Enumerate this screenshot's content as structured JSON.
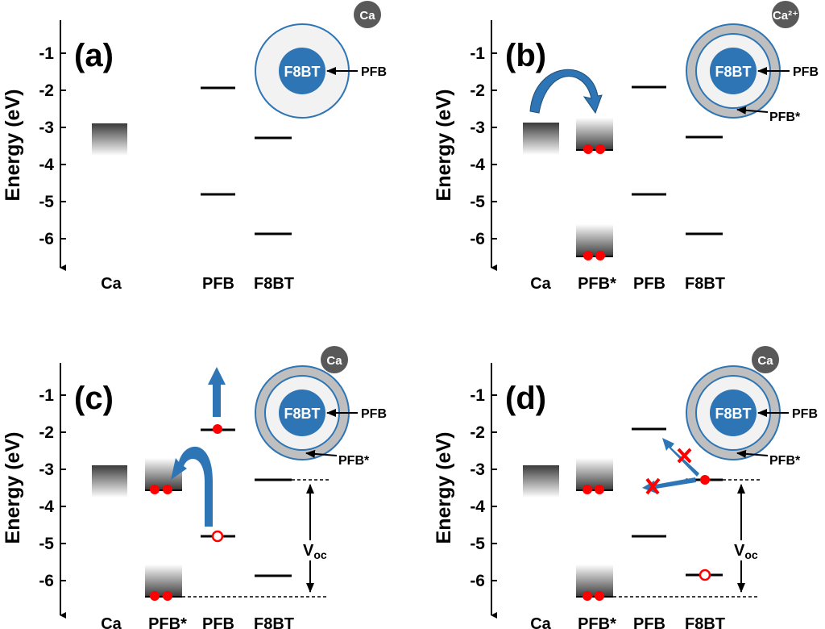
{
  "axis": {
    "label": "Energy (eV)",
    "ticks": [
      "-1",
      "-2",
      "-3",
      "-4",
      "-5",
      "-6"
    ]
  },
  "colors": {
    "blue": "#2E75B6",
    "red": "#FF0000",
    "ring_gray": "#BFBFBF",
    "ring_light": "#F2F2F2",
    "ion_gray": "#595959"
  },
  "panels": [
    {
      "label": "(a)",
      "categories": [
        "Ca",
        "PFB",
        "F8BT"
      ],
      "ion": "Ca",
      "core": "F8BT",
      "pointers": [
        "PFB"
      ]
    },
    {
      "label": "(b)",
      "categories": [
        "Ca",
        "PFB*",
        "PFB",
        "F8BT"
      ],
      "ion": "Ca²⁺",
      "core": "F8BT",
      "pointers": [
        "PFB",
        "PFB*"
      ]
    },
    {
      "label": "(c)",
      "categories": [
        "Ca",
        "PFB*",
        "PFB",
        "F8BT"
      ],
      "ion": "Ca",
      "core": "F8BT",
      "pointers": [
        "PFB",
        "PFB*"
      ],
      "voc": {
        "main": "V",
        "sub": "oc"
      }
    },
    {
      "label": "(d)",
      "categories": [
        "Ca",
        "PFB*",
        "PFB",
        "F8BT"
      ],
      "ion": "Ca",
      "core": "F8BT",
      "pointers": [
        "PFB",
        "PFB*"
      ],
      "voc": {
        "main": "V",
        "sub": "oc"
      }
    }
  ]
}
